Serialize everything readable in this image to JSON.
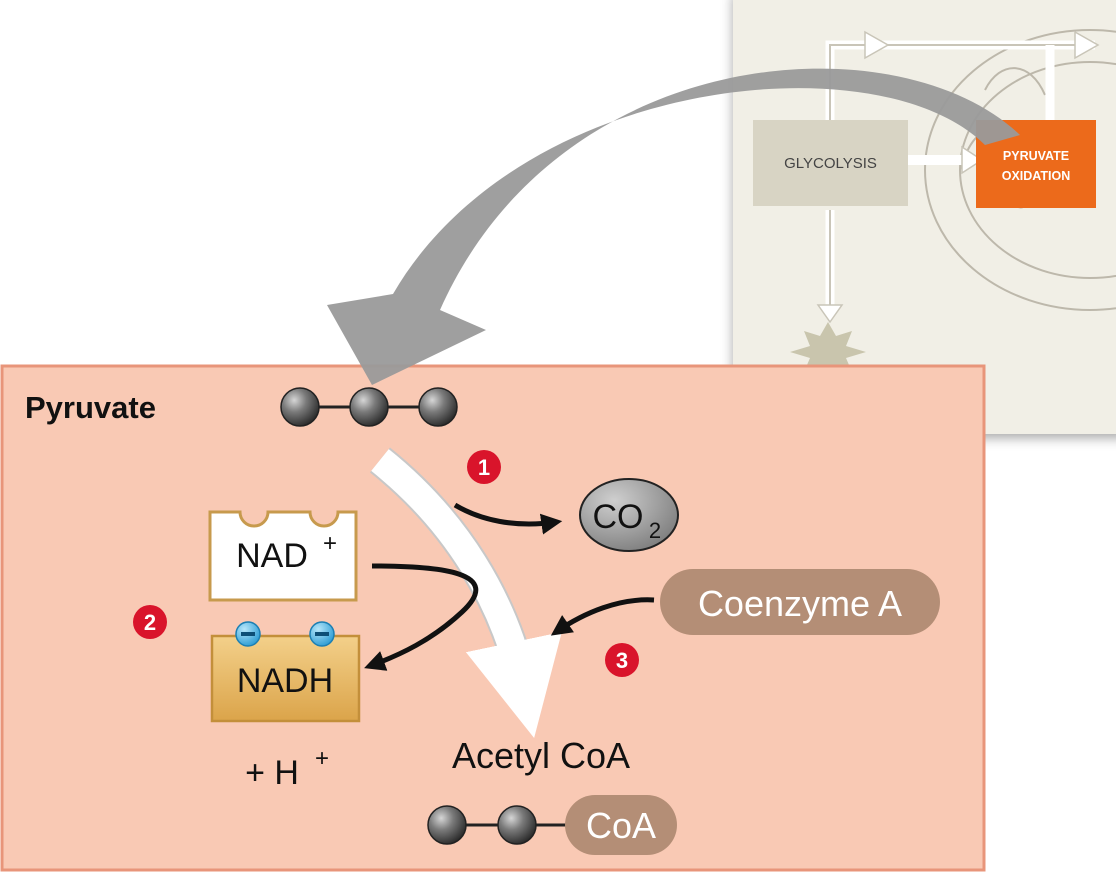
{
  "overview": {
    "glycolysis_label": "GLYCOLYSIS",
    "pyruvate_oxidation_line1": "PYRUVATE",
    "pyruvate_oxidation_line2": "OXIDATION"
  },
  "main": {
    "pyruvate_label": "Pyruvate",
    "co2_main": "CO",
    "co2_sub": "2",
    "nad_main": "NAD",
    "nad_sup": "+",
    "nadh_label": "NADH",
    "h_main": "+ H",
    "h_sup": "+",
    "coenzyme_a_label": "Coenzyme A",
    "acetyl_coa_label": "Acetyl CoA",
    "coa_label": "CoA",
    "steps": [
      "1",
      "2",
      "3"
    ]
  },
  "colors": {
    "panel_bg": "#f9c9b4",
    "panel_border": "#e8957a",
    "overview_bg": "#f1efe6",
    "glycolysis_box": "#d8d4c4",
    "pyruvate_oxidation_box": "#ec6a1b",
    "big_arrow": "#9a9a9a",
    "step_badge": "#d9142b",
    "coenzyme_pill": "#b48e76",
    "nadh_box": "#e6b35e",
    "electron": "#3fb1e3"
  }
}
